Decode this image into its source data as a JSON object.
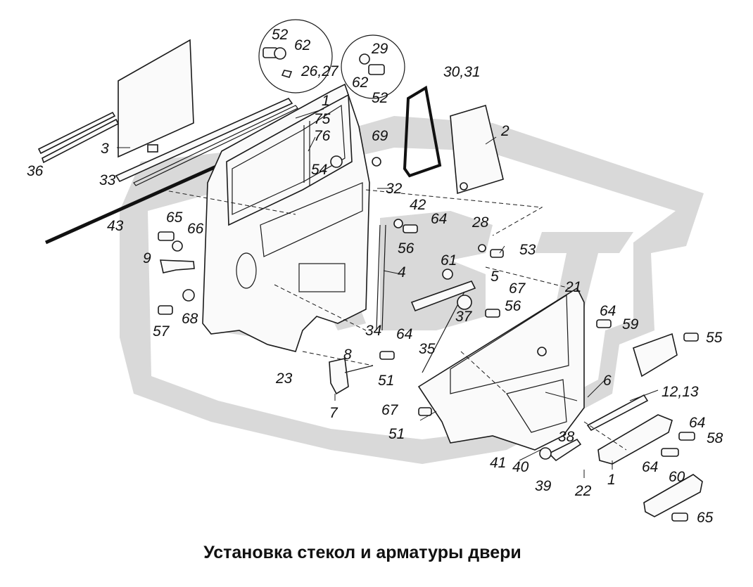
{
  "caption": "Установка стекол и арматуры двери",
  "watermark_text": "АБТ",
  "callouts": [
    {
      "id": "c1",
      "text": "52"
    },
    {
      "id": "c2",
      "text": "62"
    },
    {
      "id": "c3",
      "text": "26,27"
    },
    {
      "id": "c4",
      "text": "29"
    },
    {
      "id": "c5",
      "text": "62"
    },
    {
      "id": "c6",
      "text": "52"
    },
    {
      "id": "c7",
      "text": "30,31"
    },
    {
      "id": "c8",
      "text": "1"
    },
    {
      "id": "c9",
      "text": "75"
    },
    {
      "id": "c10",
      "text": "76"
    },
    {
      "id": "c11",
      "text": "69"
    },
    {
      "id": "c12",
      "text": "2"
    },
    {
      "id": "c13",
      "text": "3"
    },
    {
      "id": "c14",
      "text": "36"
    },
    {
      "id": "c15",
      "text": "33"
    },
    {
      "id": "c16",
      "text": "54"
    },
    {
      "id": "c17",
      "text": "32"
    },
    {
      "id": "c18",
      "text": "42"
    },
    {
      "id": "c19",
      "text": "64"
    },
    {
      "id": "c20",
      "text": "43"
    },
    {
      "id": "c21",
      "text": "65"
    },
    {
      "id": "c22",
      "text": "66"
    },
    {
      "id": "c23",
      "text": "28"
    },
    {
      "id": "c24",
      "text": "56"
    },
    {
      "id": "c25",
      "text": "53"
    },
    {
      "id": "c26",
      "text": "9"
    },
    {
      "id": "c27",
      "text": "61"
    },
    {
      "id": "c28",
      "text": "4"
    },
    {
      "id": "c29",
      "text": "5"
    },
    {
      "id": "c30",
      "text": "67"
    },
    {
      "id": "c31",
      "text": "21"
    },
    {
      "id": "c32",
      "text": "56"
    },
    {
      "id": "c33",
      "text": "64"
    },
    {
      "id": "c34",
      "text": "59"
    },
    {
      "id": "c35",
      "text": "57"
    },
    {
      "id": "c36",
      "text": "68"
    },
    {
      "id": "c37",
      "text": "34"
    },
    {
      "id": "c38",
      "text": "37"
    },
    {
      "id": "c39",
      "text": "64"
    },
    {
      "id": "c40",
      "text": "55"
    },
    {
      "id": "c41",
      "text": "8"
    },
    {
      "id": "c42",
      "text": "35"
    },
    {
      "id": "c43",
      "text": "23"
    },
    {
      "id": "c44",
      "text": "51"
    },
    {
      "id": "c45",
      "text": "6"
    },
    {
      "id": "c46",
      "text": "12,13"
    },
    {
      "id": "c47",
      "text": "7"
    },
    {
      "id": "c48",
      "text": "67"
    },
    {
      "id": "c49",
      "text": "64"
    },
    {
      "id": "c50",
      "text": "58"
    },
    {
      "id": "c51",
      "text": "51"
    },
    {
      "id": "c52",
      "text": "38"
    },
    {
      "id": "c53",
      "text": "41"
    },
    {
      "id": "c54",
      "text": "40"
    },
    {
      "id": "c55",
      "text": "64"
    },
    {
      "id": "c56",
      "text": "60"
    },
    {
      "id": "c57",
      "text": "39"
    },
    {
      "id": "c58",
      "text": "22"
    },
    {
      "id": "c59",
      "text": "1"
    },
    {
      "id": "c60",
      "text": "65"
    }
  ]
}
